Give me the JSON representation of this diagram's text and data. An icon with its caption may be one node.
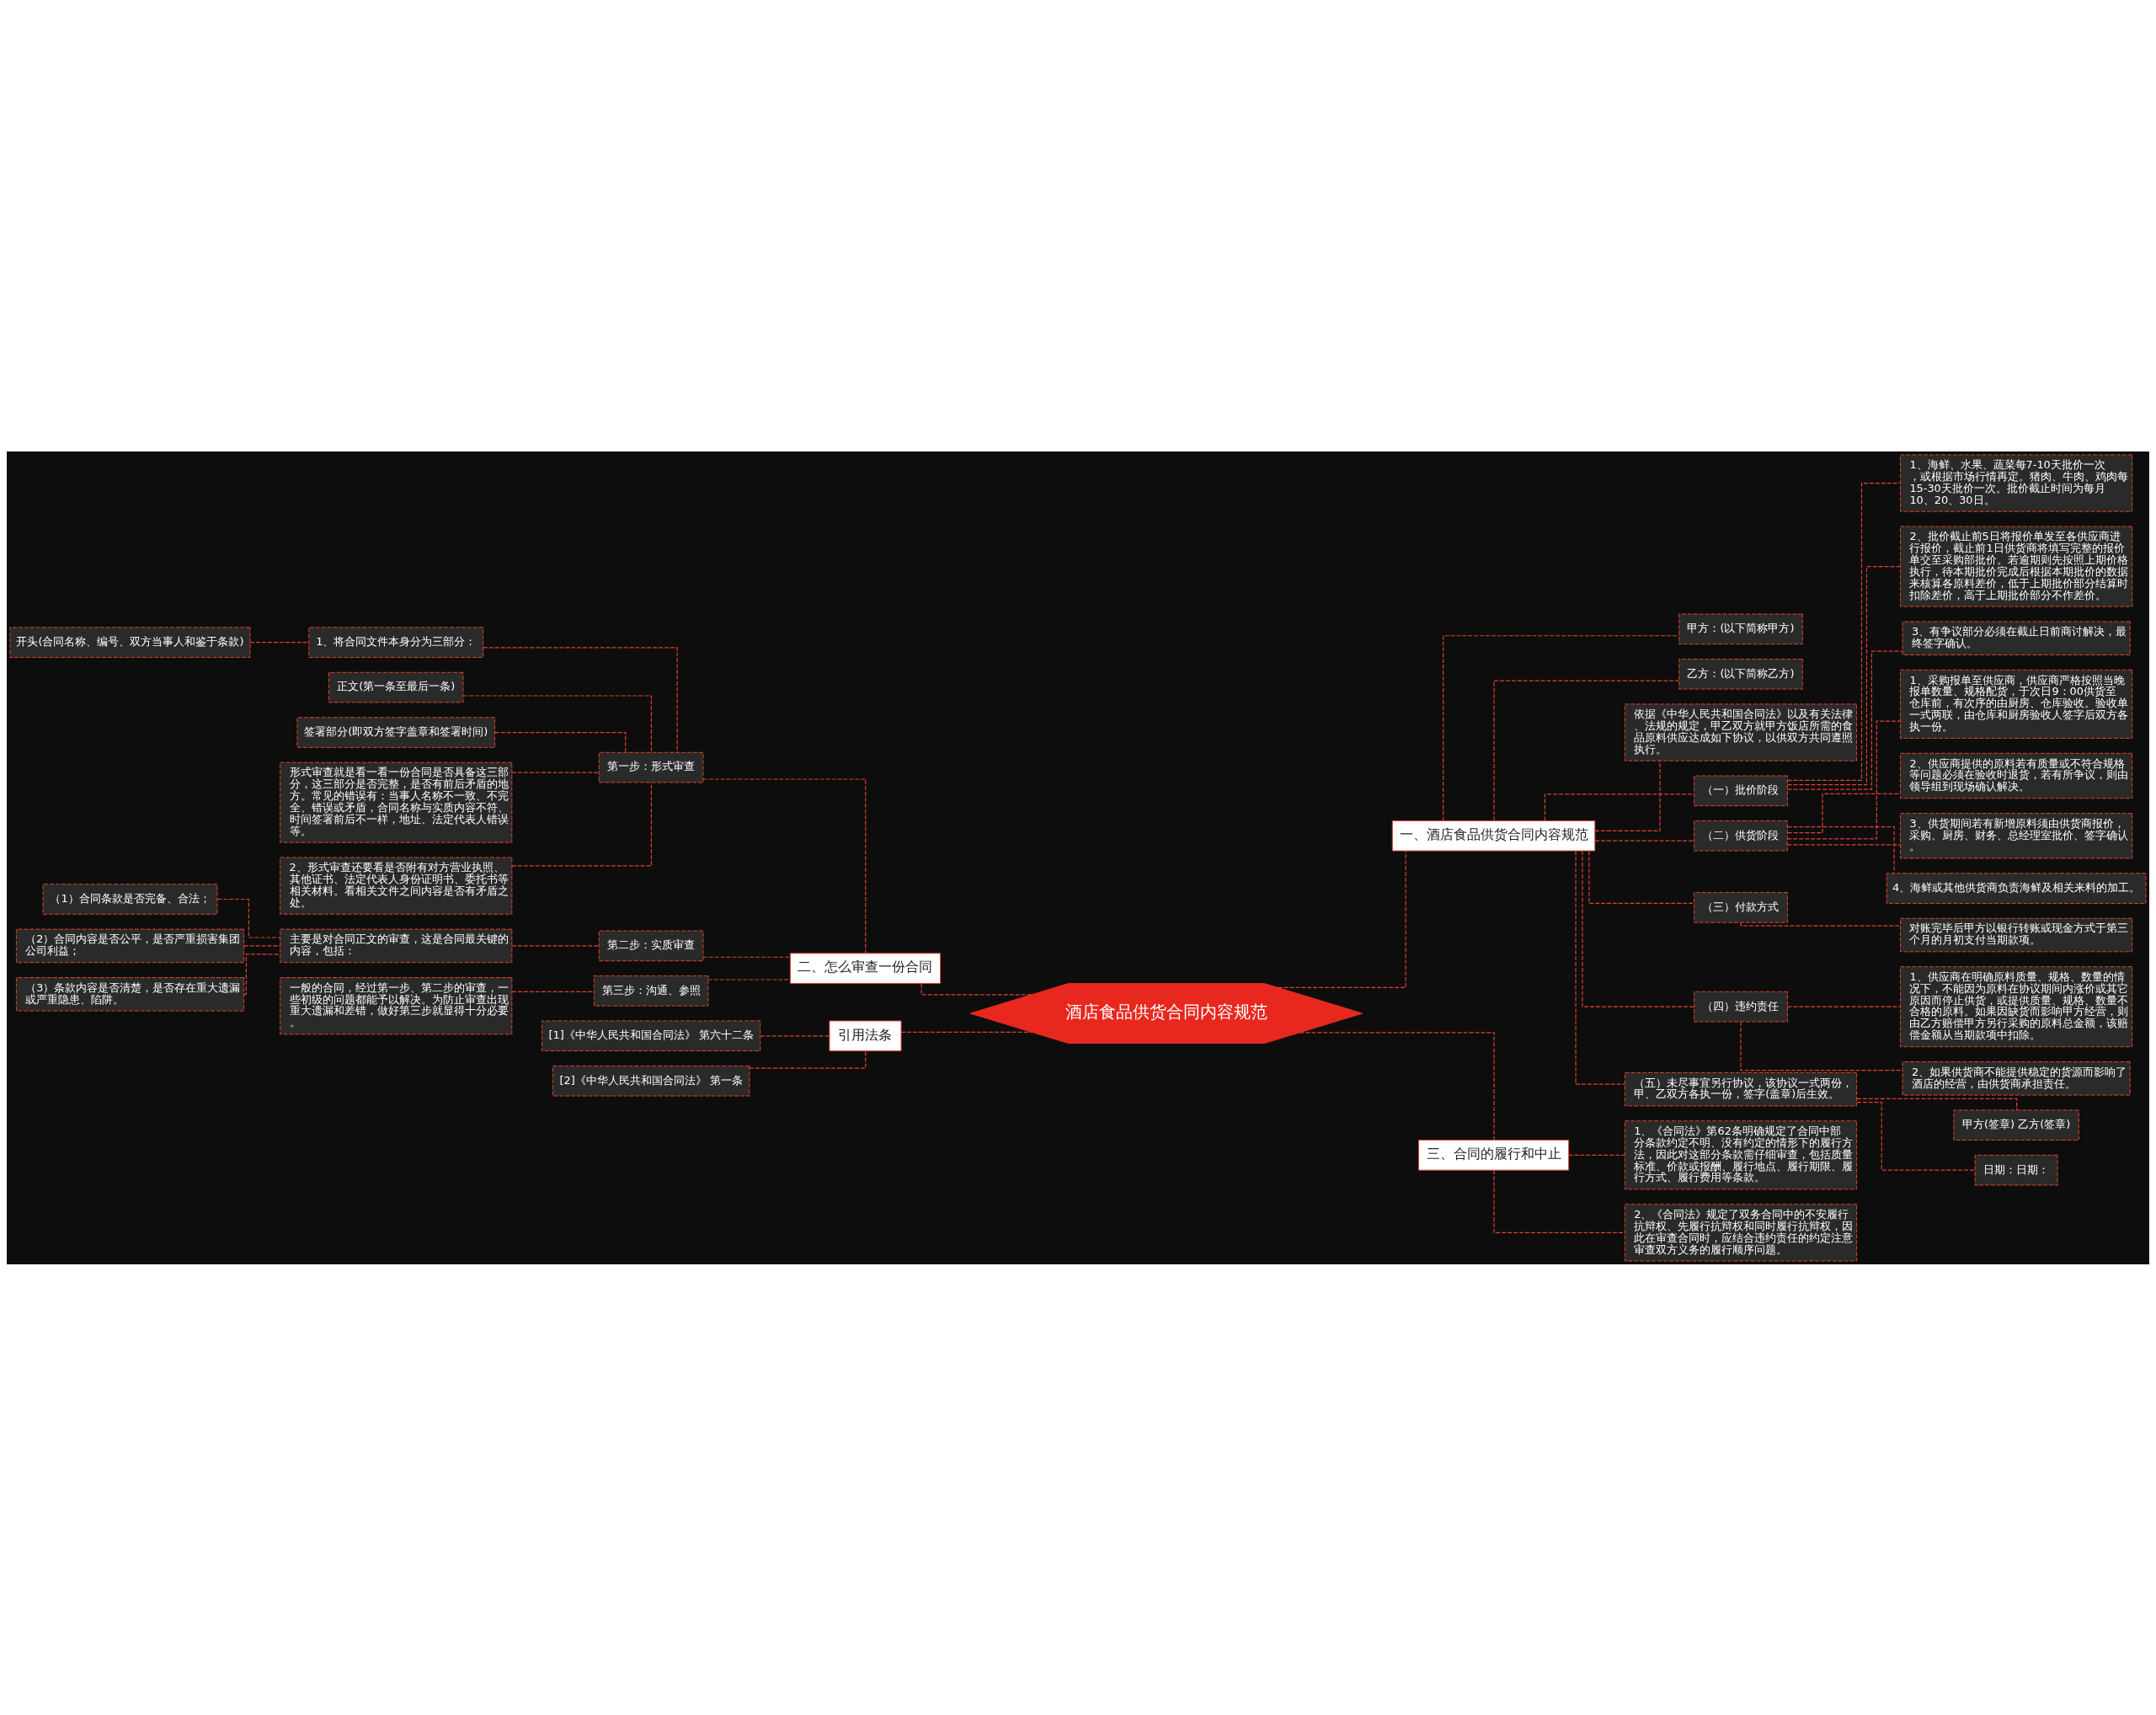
{
  "diagram": {
    "nodes": [
      {
        "text": [
          "酒店食品供货合同内容规范"
        ]
      },
      {
        "text": [
          "一、酒店食品供货合同内容规范"
        ]
      },
      {
        "text": [
          "甲方：(以下简称甲方)"
        ]
      },
      {
        "text": [
          "乙方：(以下简称乙方)"
        ]
      },
      {
        "text": [
          "依据《中华人民共和国合同法》以及有关法律、法规的规定，甲乙双方就甲方饭店所需的食品原料供应达成如下协议，以供双方共同遵照执行。"
        ]
      },
      {
        "text": [
          "（一）批价阶段"
        ]
      },
      {
        "text": [
          "1、海鲜、水果、蔬菜每7-10天批价一次，或根据市场行情再定。猪肉、牛肉、鸡肉每15-30天批价一次。批价截止时间为每月10、20、30日。"
        ]
      },
      {
        "text": [
          "2、批价截止前5日将报价单发至各供应商进行报价，截止前1日供货商将填写完整的报价单交至采购部批价。若逾期则先按照上期价格执行，待本期批价完成后根据本期批价的数据来核算各原料差价，低于上期批价部分结算时扣除差价，高于上期批价部分不作差价。"
        ]
      },
      {
        "text": [
          "3、有争议部分必须在截止日前商讨解决，最终签字确认。"
        ]
      },
      {
        "text": [
          "（二）供货阶段"
        ]
      },
      {
        "text": [
          "1、采购报单至供应商，供应商严格按照当晚报单数量、规格配货，于次日9：00供货至仓库前，有次序的由厨房、仓库验收。验收单一式两联，由仓库和厨房验收人签字后双方各执一份。"
        ]
      },
      {
        "text": [
          "2、供应商提供的原料若有质量或不符合规格等问题必须在验收时退货，若有所争议，则由领导组到现场确认解决。"
        ]
      },
      {
        "text": [
          "3、供货期间若有新增原料须由供货商报价，采购、厨房、财务、总经理室批价、签字确认。"
        ]
      },
      {
        "text": [
          "4、海鲜或其他供货商负责海鲜及相关来料的加工。"
        ]
      },
      {
        "text": [
          "（三）付款方式"
        ]
      },
      {
        "text": [
          "对账完毕后甲方以银行转账或现金方式于第三个月的月初支付当期款项。"
        ]
      },
      {
        "text": [
          "（四）违约责任"
        ]
      },
      {
        "text": [
          "1、供应商在明确原料质量、规格、数量的情况下，不能因为原料在协议期间内涨价或其它原因而停止供货，或提供质量、规格、数量不合格的原料。如果因缺货而影响甲方经营，则由乙方赔偿甲方另行采购的原料总金额，该赔偿金额从当期款项中扣除。"
        ]
      },
      {
        "text": [
          "2、如果供货商不能提供稳定的货源而影响了酒店的经营，由供货商承担责任。"
        ]
      },
      {
        "text": [
          "（五）未尽事宜另行协议，该协议一式两份，甲、乙双方各执一份，签字(盖章)后生效。"
        ]
      },
      {
        "text": [
          "甲方(签章) 乙方(签章)"
        ]
      },
      {
        "text": [
          "日期：日期："
        ]
      },
      {
        "text": [
          "三、合同的履行和中止"
        ]
      },
      {
        "text": [
          "1、《合同法》第62条明确规定了合同中部分条款约定不明、没有约定的情形下的履行方法，因此对这部分条款需仔细审查，包括质量标准、价款或报酬、履行地点、履行期限、履行方式、履行费用等条款。"
        ]
      },
      {
        "text": [
          "2、《合同法》规定了双务合同中的不安履行抗辩权、先履行抗辩权和同时履行抗辩权，因此在审查合同时，应结合违约责任的约定注意审查双方义务的履行顺序问题。"
        ]
      },
      {
        "text": [
          "二、怎么审查一份合同"
        ]
      },
      {
        "text": [
          "第一步：形式审查"
        ]
      },
      {
        "text": [
          "1、将合同文件本身分为三部分："
        ]
      },
      {
        "text": [
          "开头(合同名称、编号、双方当事人和鉴于条款)"
        ]
      },
      {
        "text": [
          "正文(第一条至最后一条)"
        ]
      },
      {
        "text": [
          "签署部分(即双方签字盖章和签署时间)"
        ]
      },
      {
        "text": [
          "形式审查就是看一看一份合同是否具备这三部分，这三部分是否完整，是否有前后矛盾的地方。常见的错误有：当事人名称不一致、不完全、错误或矛盾，合同名称与实质内容不符、时间签署前后不一样，地址、法定代表人错误等。"
        ]
      },
      {
        "text": [
          "2、形式审查还要看是否附有对方营业执照、其他证书、法定代表人身份证明书、委托书等相关材料。看相关文件之间内容是否有矛盾之处。"
        ]
      },
      {
        "text": [
          "第二步：实质审查"
        ]
      },
      {
        "text": [
          "主要是对合同正文的审查，这是合同最关键的内容，包括："
        ]
      },
      {
        "text": [
          "（1）合同条款是否完备、合法；"
        ]
      },
      {
        "text": [
          "（2）合同内容是否公平，是否严重损害集团公司利益；"
        ]
      },
      {
        "text": [
          "（3）条款内容是否清楚，是否存在重大遗漏或严重隐患、陷阱。"
        ]
      },
      {
        "text": [
          "第三步：沟通、参照"
        ]
      },
      {
        "text": [
          "一般的合同，经过第一步、第二步的审查，一些初级的问题都能予以解决。为防止审查出现重大遗漏和差错，做好第三步就显得十分必要。"
        ]
      },
      {
        "text": [
          "引用法条"
        ]
      },
      {
        "text": [
          "[1]《中华人民共和国合同法》 第六十二条"
        ]
      },
      {
        "text": [
          "[2]《中华人民共和国合同法》 第一条"
        ]
      }
    ],
    "edges": [
      {
        "from": 0,
        "to": 1,
        "arrow": "none"
      },
      {
        "from": 1,
        "to": 2,
        "arrow": "none"
      },
      {
        "from": 1,
        "to": 3,
        "arrow": "none"
      },
      {
        "from": 1,
        "to": 4,
        "arrow": "none"
      },
      {
        "from": 1,
        "to": 5,
        "arrow": "none"
      },
      {
        "from": 5,
        "to": 6,
        "arrow": "none"
      },
      {
        "from": 5,
        "to": 7,
        "arrow": "none"
      },
      {
        "from": 5,
        "to": 8,
        "arrow": "none"
      },
      {
        "from": 1,
        "to": 9,
        "arrow": "none"
      },
      {
        "from": 9,
        "to": 10,
        "arrow": "none"
      },
      {
        "from": 9,
        "to": 11,
        "arrow": "none"
      },
      {
        "from": 9,
        "to": 12,
        "arrow": "none"
      },
      {
        "from": 9,
        "to": 13,
        "arrow": "none"
      },
      {
        "from": 1,
        "to": 14,
        "arrow": "none"
      },
      {
        "from": 14,
        "to": 15,
        "arrow": "none"
      },
      {
        "from": 1,
        "to": 16,
        "arrow": "none"
      },
      {
        "from": 16,
        "to": 17,
        "arrow": "none"
      },
      {
        "from": 16,
        "to": 18,
        "arrow": "none"
      },
      {
        "from": 1,
        "to": 19,
        "arrow": "none"
      },
      {
        "from": 19,
        "to": 20,
        "arrow": "none"
      },
      {
        "from": 19,
        "to": 21,
        "arrow": "none"
      },
      {
        "from": 0,
        "to": 22,
        "arrow": "none"
      },
      {
        "from": 22,
        "to": 23,
        "arrow": "none"
      },
      {
        "from": 22,
        "to": 24,
        "arrow": "none"
      },
      {
        "from": 25,
        "to": 0,
        "arrow": "none"
      },
      {
        "from": 26,
        "to": 25,
        "arrow": "none"
      },
      {
        "from": 27,
        "to": 26,
        "arrow": "none"
      },
      {
        "from": 28,
        "to": 27,
        "arrow": "none"
      },
      {
        "from": 29,
        "to": 26,
        "arrow": "none"
      },
      {
        "from": 30,
        "to": 26,
        "arrow": "none"
      },
      {
        "from": 31,
        "to": 26,
        "arrow": "none"
      },
      {
        "from": 32,
        "to": 26,
        "arrow": "none"
      },
      {
        "from": 33,
        "to": 25,
        "arrow": "none"
      },
      {
        "from": 34,
        "to": 33,
        "arrow": "none"
      },
      {
        "from": 35,
        "to": 34,
        "arrow": "none"
      },
      {
        "from": 36,
        "to": 34,
        "arrow": "none"
      },
      {
        "from": 37,
        "to": 34,
        "arrow": "none"
      },
      {
        "from": 38,
        "to": 25,
        "arrow": "none"
      },
      {
        "from": 39,
        "to": 38,
        "arrow": "none"
      },
      {
        "from": 40,
        "to": 0,
        "arrow": "none"
      },
      {
        "from": 41,
        "to": 40,
        "arrow": "none"
      },
      {
        "from": 42,
        "to": 40,
        "arrow": "none"
      }
    ]
  }
}
